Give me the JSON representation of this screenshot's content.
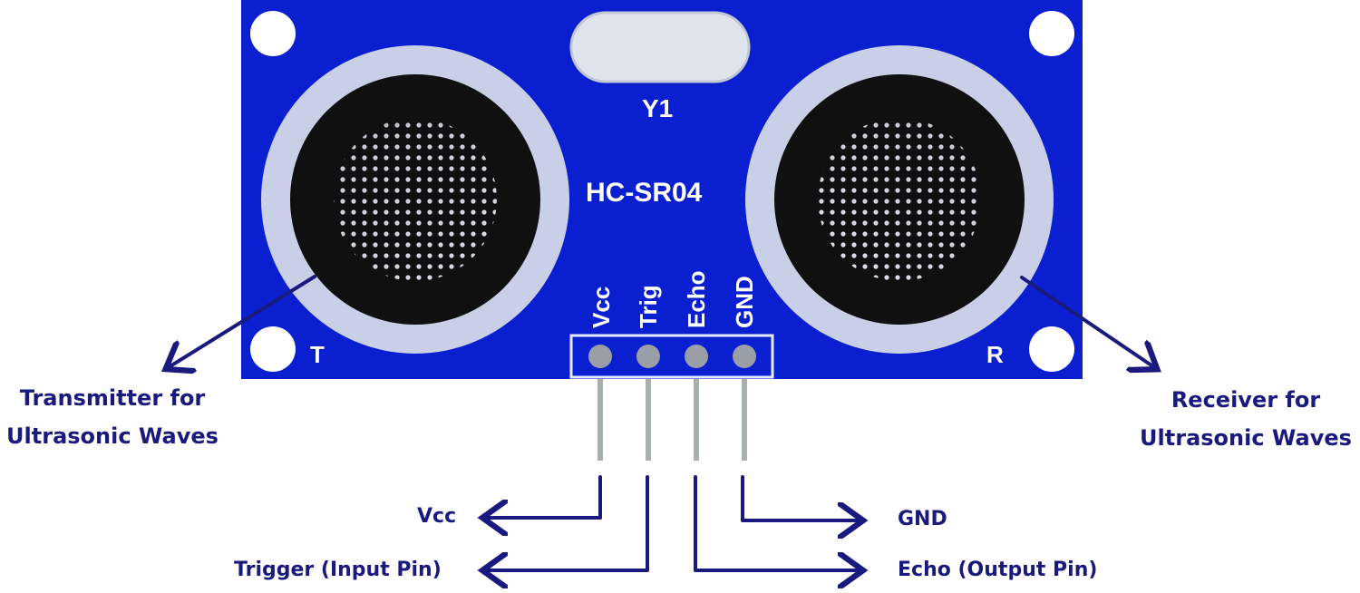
{
  "board": {
    "model": "HC-SR04",
    "crystal_label": "Y1",
    "transmitter_mark": "T",
    "receiver_mark": "R",
    "pins": [
      "Vcc",
      "Trig",
      "Echo",
      "GND"
    ],
    "colors": {
      "pcb": "#0a1fd0",
      "ring": "#c9cfe6",
      "transducer": "#101010",
      "label_text": "#1a1a7e",
      "arrow": "#1a1a7e",
      "pin_lead": "#a7b0aa"
    }
  },
  "callouts": {
    "transmitter": {
      "line1": "Transmitter for",
      "line2": "Ultrasonic Waves"
    },
    "receiver": {
      "line1": "Receiver for",
      "line2": "Ultrasonic Waves"
    }
  },
  "pin_descriptions": {
    "vcc": "Vcc",
    "trigger": "Trigger (Input Pin)",
    "gnd": "GND",
    "echo": "Echo (Output Pin)"
  }
}
